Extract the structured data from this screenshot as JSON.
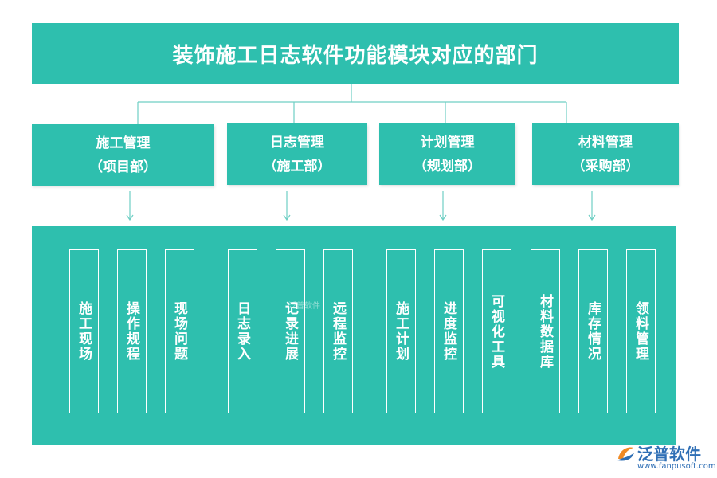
{
  "title": "装饰施工日志软件功能模块对应的部门",
  "colors": {
    "teal": "#2ebfae",
    "connector": "#6fcfc4",
    "logo_blue": "#2f6fb5",
    "logo_orange": "#f08a24"
  },
  "departments": [
    {
      "name": "施工管理",
      "unit": "（项目部）"
    },
    {
      "name": "日志管理",
      "unit": "（施工部）"
    },
    {
      "name": "计划管理",
      "unit": "（规划部）"
    },
    {
      "name": "材料管理",
      "unit": "（采购部）"
    }
  ],
  "modules": [
    {
      "label": "施工现场"
    },
    {
      "label": "操作规程"
    },
    {
      "label": "现场问题"
    },
    {
      "label": "日志录入"
    },
    {
      "label": "记录进展"
    },
    {
      "label": "远程监控"
    },
    {
      "label": "施工计划"
    },
    {
      "label": "进度监控"
    },
    {
      "label": "可视化工具"
    },
    {
      "label": "材料数据库"
    },
    {
      "label": "库存情况"
    },
    {
      "label": "领料管理"
    }
  ],
  "watermark": "泛普软件",
  "logo": {
    "name": "泛普软件",
    "url": "www.fanpusoft.com",
    "icon": "fanpu-logo-icon"
  }
}
